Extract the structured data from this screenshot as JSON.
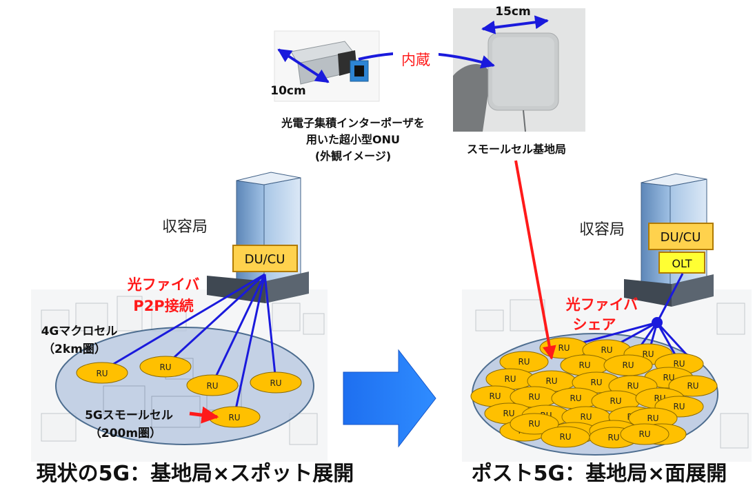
{
  "top": {
    "width_label": "15cm",
    "length_label": "10cm",
    "builtin_label": "内蔵",
    "onu_caption": [
      "光電子集積インターポーザを",
      "用いた超小型ONU",
      "(外観イメージ)"
    ],
    "small_cell_caption": "スモールセル基地局"
  },
  "left": {
    "building_label": "収容局",
    "box_label": "DU/CU",
    "fiber_label_1": "光ファイバ",
    "fiber_label_2": "P2P接続",
    "macro_label_1": "4Gマクロセル",
    "macro_label_2": "（2km圏）",
    "small_label_1": "5Gスモールセル",
    "small_label_2": "（200m圏）",
    "ru_label": "RU",
    "title": "現状の5G：基地局×スポット展開"
  },
  "right": {
    "building_label": "収容局",
    "box1_label": "DU/CU",
    "box2_label": "OLT",
    "fiber_label_1": "光ファイバ",
    "fiber_label_2": "シェア",
    "ru_label": "RU",
    "title": "ポスト5G：基地局×面展開"
  },
  "colors": {
    "red": "#ff1a1a",
    "blue_line": "#1a1adc",
    "ru_fill": "#ffc000",
    "box_fill": "#ffd24d",
    "olt_fill": "#ffff33",
    "arrow": "#1e6ff0",
    "ellipse_fill": "#b8c8e0"
  }
}
